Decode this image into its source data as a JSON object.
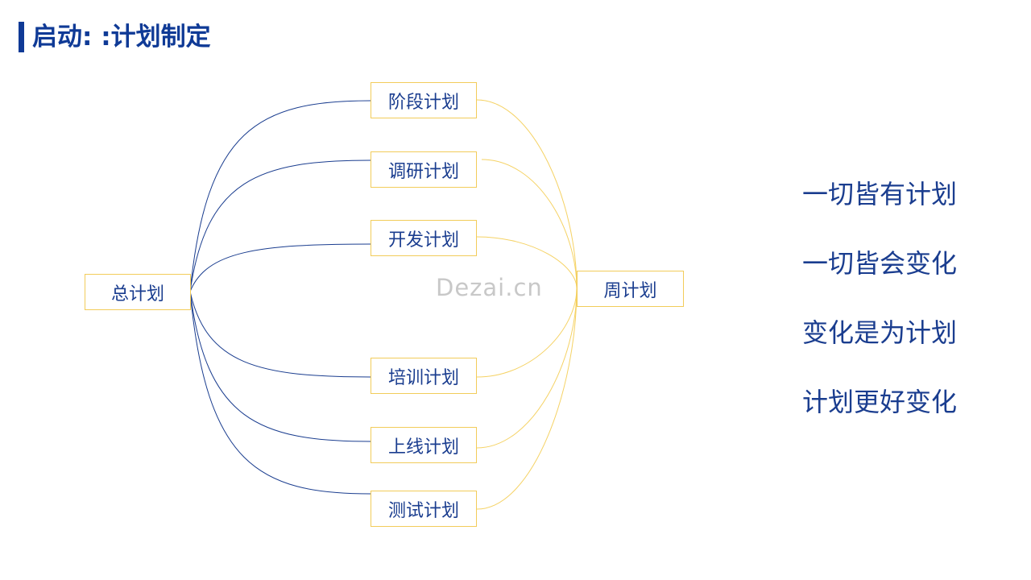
{
  "page": {
    "title": "启动: :计划制定"
  },
  "diagram": {
    "root": "总计划",
    "target": "周计划",
    "plans": [
      "阶段计划",
      "调研计划",
      "开发计划",
      "培训计划",
      "上线计划",
      "测试计划"
    ],
    "colors": {
      "root_links": "#1a3d8f",
      "target_links": "#f5d264",
      "node_border": "#f2cc5a"
    }
  },
  "watermark": "Dezai.cn",
  "slogans": [
    "一切皆有计划",
    "一切皆会变化",
    "变化是为计划",
    "计划更好变化"
  ]
}
